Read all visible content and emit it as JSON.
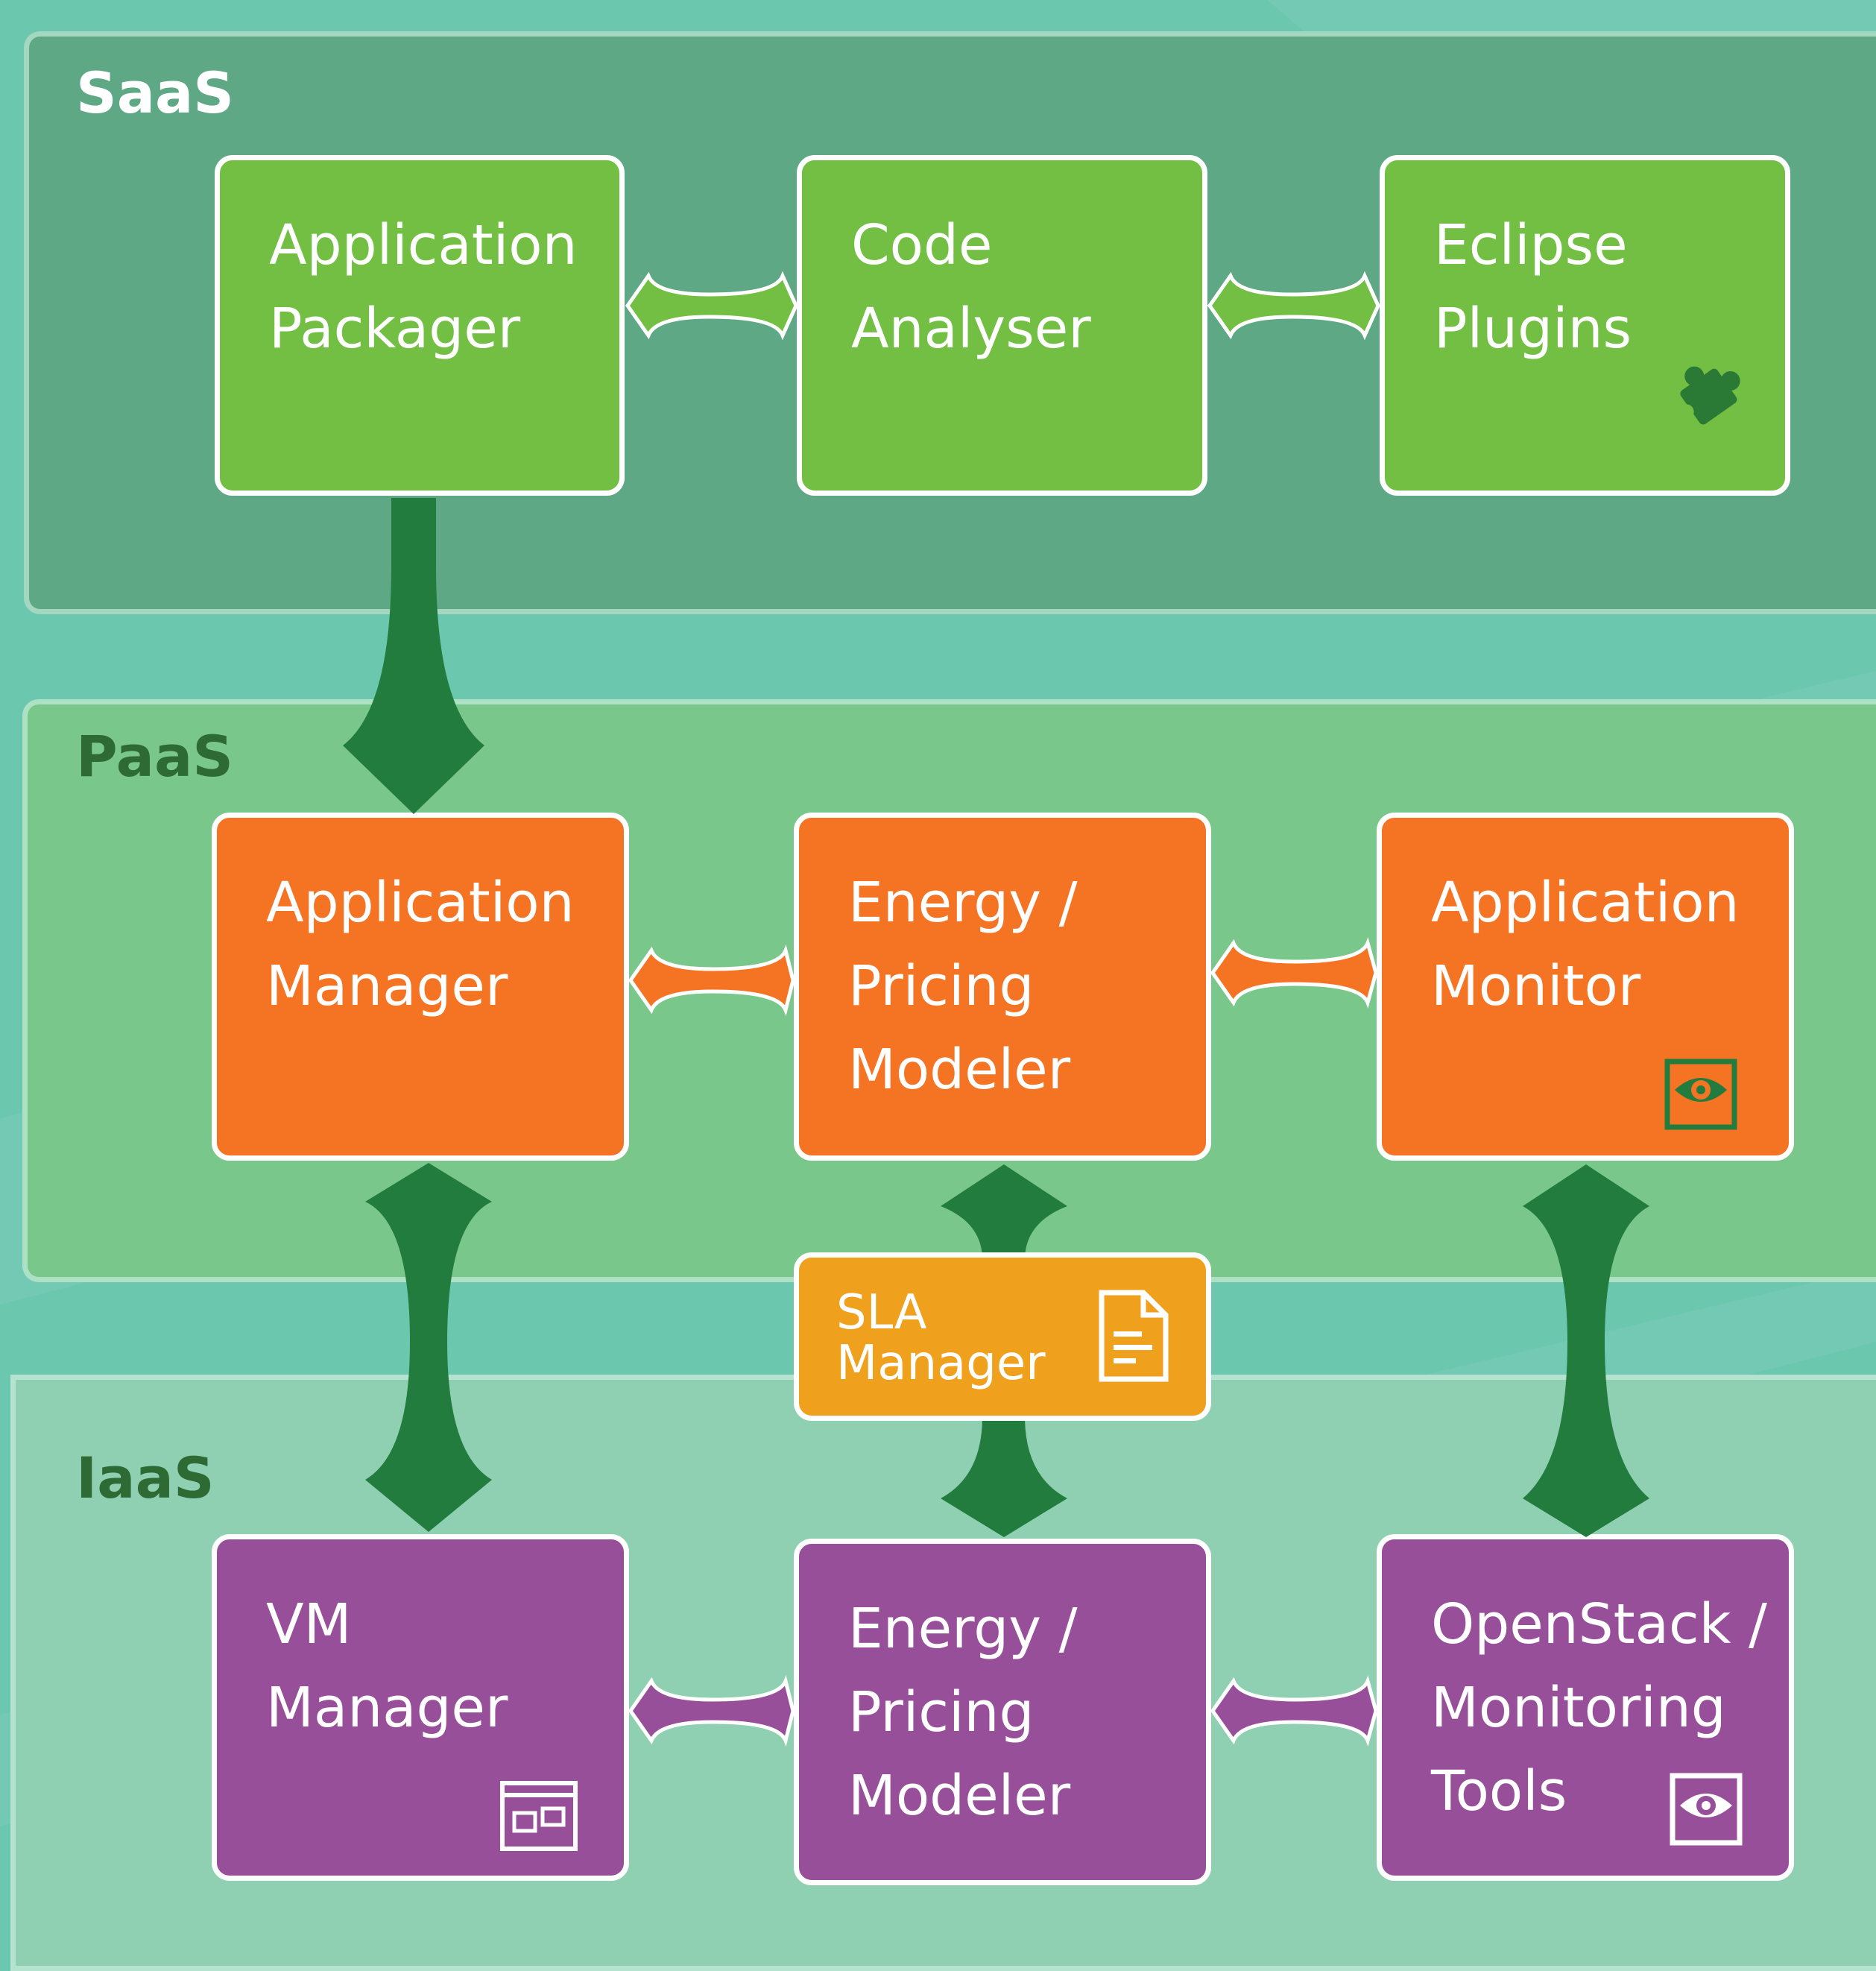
{
  "layers": {
    "saas": {
      "label": "SaaS",
      "label_color": "#ffffff"
    },
    "paas": {
      "label": "PaaS",
      "label_color": "#2e6b34"
    },
    "iaas": {
      "label": "IaaS",
      "label_color": "#2e6b34"
    }
  },
  "saas_boxes": [
    {
      "lines": [
        "Application",
        "Packager"
      ]
    },
    {
      "lines": [
        "Code",
        "Analyser"
      ]
    },
    {
      "lines": [
        "Eclipse",
        "Plugins"
      ],
      "icon": "puzzle-piece-icon"
    }
  ],
  "paas_boxes": [
    {
      "lines": [
        "Application",
        "Manager"
      ]
    },
    {
      "lines": [
        "Energy /",
        "Pricing",
        "Modeler"
      ]
    },
    {
      "lines": [
        "Application",
        "Monitor"
      ],
      "icon": "eye-monitor-icon"
    }
  ],
  "sla": {
    "lines": [
      "SLA",
      "Manager"
    ],
    "icon": "document-icon"
  },
  "iaas_boxes": [
    {
      "lines": [
        "VM",
        "Manager"
      ],
      "icon": "window-icon"
    },
    {
      "lines": [
        "Energy /",
        "Pricing",
        "Modeler"
      ]
    },
    {
      "lines": [
        "OpenStack /",
        "Monitoring",
        "Tools"
      ],
      "icon": "eye-monitor-icon"
    }
  ],
  "colors": {
    "saas_box": "#72bf44",
    "paas_box": "#f47424",
    "iaas_box": "#974f9a",
    "sla_box": "#efa11e",
    "vertical_arrow": "#217c3e",
    "saas_connector": "#72bf44",
    "paas_connector": "#f47424",
    "iaas_connector": "#974f9a"
  }
}
